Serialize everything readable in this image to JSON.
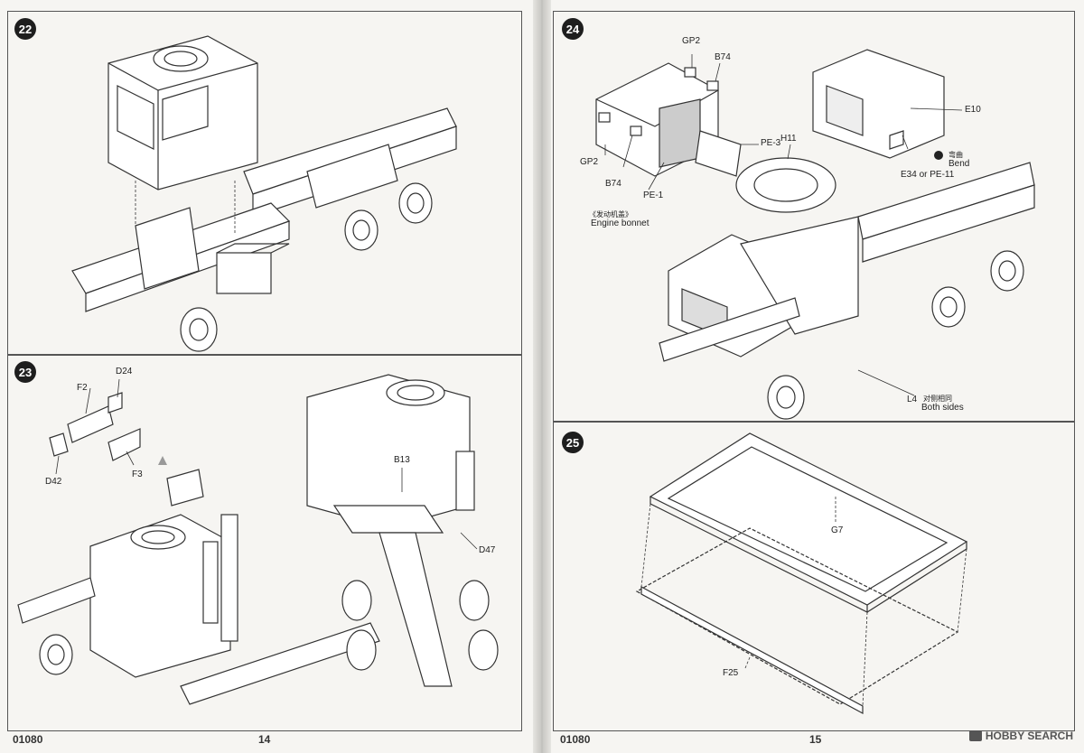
{
  "steps": {
    "s22": {
      "number": "22"
    },
    "s23": {
      "number": "23",
      "labels": {
        "f2": "F2",
        "d24": "D24",
        "d42": "D42",
        "f3": "F3",
        "b13": "B13",
        "d47": "D47"
      }
    },
    "s24": {
      "number": "24",
      "labels": {
        "gp2_top": "GP2",
        "b74_top": "B74",
        "pe3": "PE-3",
        "h11": "H11",
        "gp2_left": "GP2",
        "b74_left": "B74",
        "pe1": "PE-1",
        "bonnet_cn": "《发动机盖》",
        "bonnet_en": "Engine bonnet",
        "e10": "E10",
        "bend_cn": "弯曲",
        "bend_en": "Bend",
        "e34_pe11": "E34 or PE-11",
        "l4": "L4",
        "both_cn": "对侧相同",
        "both_en": "Both sides"
      }
    },
    "s25": {
      "number": "25",
      "labels": {
        "g7": "G7",
        "f25": "F25"
      }
    }
  },
  "footer": {
    "left_code": "01080",
    "left_page": "14",
    "right_code": "01080",
    "right_page": "15"
  },
  "watermark": {
    "text": "HOBBY SEARCH"
  }
}
